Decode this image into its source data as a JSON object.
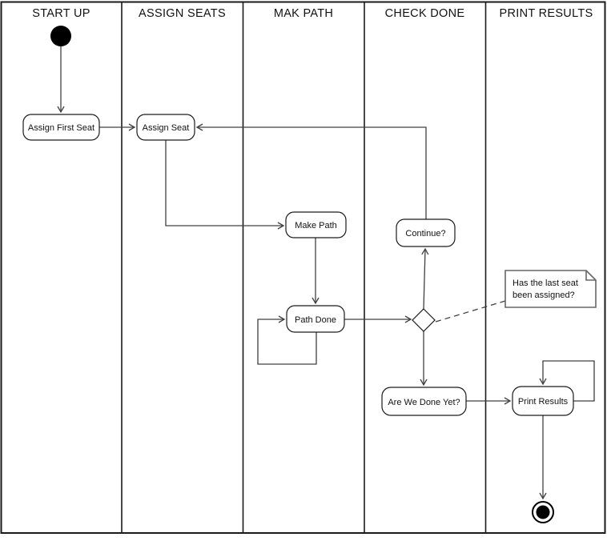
{
  "diagram": {
    "lanes": [
      {
        "label": "START UP"
      },
      {
        "label": "ASSIGN SEATS"
      },
      {
        "label": "MAK PATH"
      },
      {
        "label": "CHECK DONE"
      },
      {
        "label": "PRINT RESULTS"
      }
    ],
    "nodes": {
      "assign_first_seat": "Assign First Seat",
      "assign_seat": "Assign Seat",
      "make_path": "Make Path",
      "path_done": "Path Done",
      "continue_q": "Continue?",
      "are_we_done_yet": "Are We Done Yet?",
      "print_results": "Print Results"
    },
    "symbols": {
      "start": "initial-node-icon",
      "decision": "decision-diamond-icon",
      "end": "final-node-icon",
      "note": "note-dogear-icon"
    },
    "note": {
      "line1": "Has the last seat",
      "line2": "been assigned?"
    },
    "colors": {
      "connector": "#404040",
      "lane_border": "#1a1a1a",
      "node_border": "#1a1a1a",
      "note_border": "#666666",
      "fill": "#ffffff"
    }
  }
}
